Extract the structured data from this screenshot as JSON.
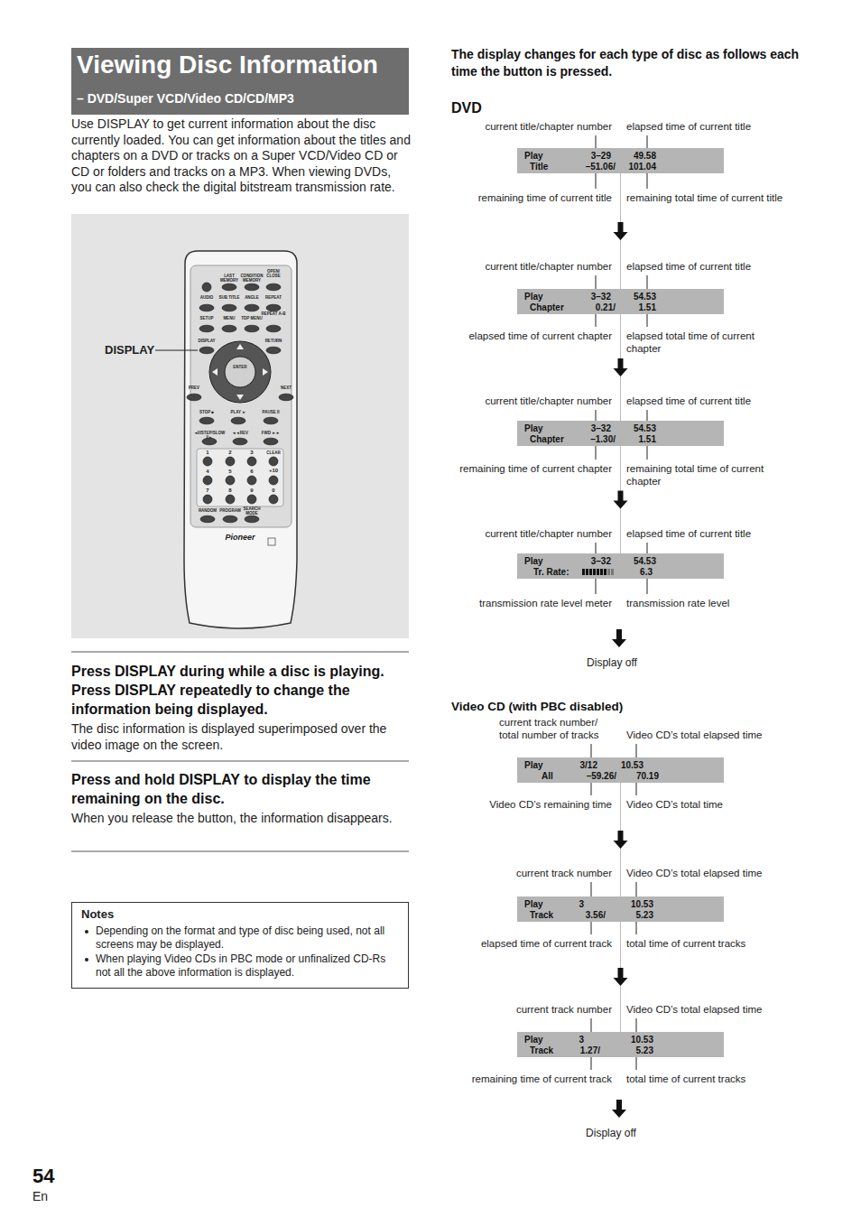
{
  "diagram": {
    "nodes": [
      {
        "text": [
          "Viewing Disc Information",
          "– DVD/Super VCD/Video CD/CD/MP3"
        ]
      },
      {
        "text": [
          "Notes",
          "Depending on the format and type of disc being used, not all screens may be displayed.",
          "When playing Video CDs in PBC mode or unfinalized CD-Rs not all the above information is displayed."
        ]
      },
      {
        "text": [
          "Play",
          "3–29",
          "49.58",
          "Title",
          "–51.06/",
          "101.04"
        ]
      },
      {
        "text": [
          "Play",
          "3–32",
          "54.53",
          "Chapter",
          "0.21/",
          "1.51"
        ]
      },
      {
        "text": [
          "Play",
          "3–32",
          "54.53",
          "Chapter",
          "–1.30/",
          "1.51"
        ]
      },
      {
        "text": [
          "Play",
          "3–32",
          "54.53",
          "Tr. Rate:",
          "6.3"
        ]
      },
      {
        "text": [
          "Play",
          "3/12",
          "10.53",
          "All",
          "–59.26/",
          "70.19"
        ]
      },
      {
        "text": [
          "Play",
          "3",
          "10.53",
          "Track",
          "3.56/",
          "5.23"
        ]
      },
      {
        "text": [
          "Play",
          "3",
          "10.53",
          "Track",
          "1.27/",
          "5.23"
        ]
      }
    ],
    "edges": [
      {
        "from": 2,
        "to": 3,
        "arrow": "to"
      },
      {
        "from": 3,
        "to": 4,
        "arrow": "to"
      },
      {
        "from": 4,
        "to": 5,
        "arrow": "to"
      },
      {
        "from": 6,
        "to": 7,
        "arrow": "to"
      },
      {
        "from": 7,
        "to": 8,
        "arrow": "to"
      }
    ],
    "labels": [
      "Use DISPLAY to get current information about the disc currently loaded. You can get information about the titles and chapters on a DVD or tracks on a Super VCD/Video CD or CD or folders and tracks on a MP3. When viewing DVDs, you can also check the digital bitstream transmission rate.",
      "DISPLAY",
      "LAST MEMORY",
      "CONDITION MEMORY",
      "OPEN/ CLOSE",
      "AUDIO",
      "SUB TITLE",
      "ANGLE",
      "REPEAT",
      "SETUP",
      "MENU",
      "TOP MENU",
      "REPEAT A-B",
      "DISPLAY",
      "RETURN",
      "ENTER",
      "PREV",
      "NEXT",
      "STOP ■",
      "PLAY ►",
      "PAUSE II",
      "◄I/ISTEP/SLOW I/►",
      "◄◄REV",
      "FWD ►►",
      "1",
      "2",
      "3",
      "CLEAR",
      "4",
      "5",
      "6",
      "+10",
      "7",
      "8",
      "9",
      "0",
      "RANDOM",
      "PROGRAM",
      "SEARCH MODE",
      "Pioneer",
      "Press DISPLAY during while a disc is playing. Press DISPLAY repeatedly to change the information being displayed.",
      "The disc information is displayed superimposed over the video image on the screen.",
      "Press and hold DISPLAY to display the time remaining on the disc.",
      "When you release the button, the information disappears.",
      "The display changes for each type of disc as follows each time the button is pressed.",
      "DVD",
      "current title/chapter number",
      "elapsed time of current title",
      "remaining time of current title",
      "remaining total time of current title",
      "current title/chapter number",
      "elapsed time of current title",
      "elapsed time of current chapter",
      "elapsed total time of current chapter",
      "current title/chapter number",
      "elapsed time of current title",
      "remaining time of current chapter",
      "remaining total time of current chapter",
      "current title/chapter number",
      "elapsed time of current title",
      "transmission rate level meter",
      "transmission rate level",
      "Display off",
      "Video CD (with PBC disabled)",
      "current track number/ total number of tracks",
      "Video CD’s total elapsed time",
      "Video CD’s remaining time",
      "Video CD’s total time",
      "current track number",
      "Video CD’s total elapsed time",
      "elapsed time of current track",
      "total time of current tracks",
      "current track number",
      "Video CD’s total elapsed time",
      "remaining time of current track",
      "total time of current tracks",
      "Display off",
      "54",
      "En"
    ]
  }
}
